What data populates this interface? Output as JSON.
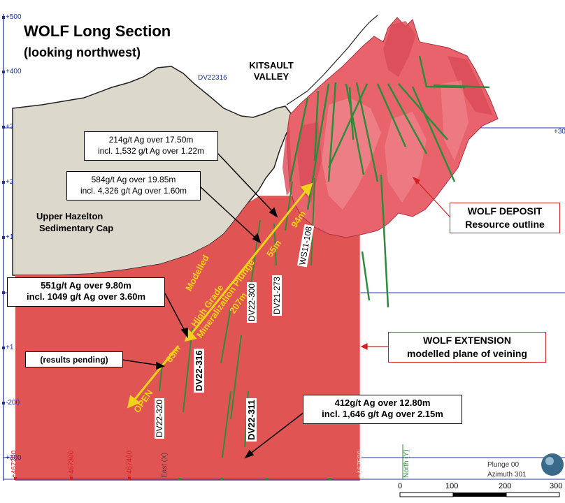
{
  "title": {
    "line1": "WOLF Long Section",
    "line2": "(looking northwest)"
  },
  "places": {
    "kitsault_line1": "KITSAULT",
    "kitsault_line2": "VALLEY",
    "cap_line1": "Upper Hazelton",
    "cap_line2": "Sedimentary Cap"
  },
  "callouts": {
    "c214": {
      "line1": "214g/t Ag over  17.50m",
      "line2": "incl. 1,532 g/t Ag over  1.22m"
    },
    "c584": {
      "line1": "584g/t Ag over  19.85m",
      "line2": "incl. 4,326 g/t Ag over  1.60m"
    },
    "c551": {
      "line1": "551g/t Ag over 9.80m",
      "line2": "incl. 1049 g/t Ag over 3.60m"
    },
    "pending": "(results pending)",
    "c412": {
      "line1": "412g/t Ag over 12.80m",
      "line2": "incl. 1,646 g/t Ag over 2.15m"
    }
  },
  "legend": {
    "deposit": {
      "line1": "WOLF DEPOSIT",
      "line2": "Resource outline"
    },
    "extension": {
      "line1": "WOLF EXTENSION",
      "line2": "modelled plane of veining"
    }
  },
  "holes": {
    "dv22_316": "DV22-316",
    "dv22_320": "DV22-320",
    "dv22_300": "DV22-300",
    "dv21_273": "DV21-273",
    "ws11_108": "WS11-108",
    "dv22_311": "DV22-311",
    "dv22316_small": "DV22316"
  },
  "plunge": {
    "l1": "Modelled",
    "l2": "High Grade",
    "l3": "Mineralization Plunge",
    "d94": "94m",
    "d55": "55m",
    "d207": "207m",
    "d63": "63m",
    "open": "OPEN"
  },
  "axes": {
    "elev": [
      "+500",
      "+400",
      "+3",
      "+2",
      "+1",
      "+1",
      "-200",
      "+300"
    ],
    "east_ticks": [
      "+467200",
      "+467300",
      "+467400",
      "East (X)",
      "+467500"
    ],
    "north_label": "North (Y)",
    "right_300": "+30",
    "view": {
      "plunge": "Plunge 00",
      "azimuth": "Azimuth 301"
    },
    "scale": [
      "0",
      "100",
      "200",
      "300"
    ]
  },
  "colors": {
    "extension": "#e15454",
    "deposit": "#e8636c",
    "cap": "#dcd8cb",
    "arrow_yellow": "#f2d21a",
    "grid": "#2030a0"
  }
}
